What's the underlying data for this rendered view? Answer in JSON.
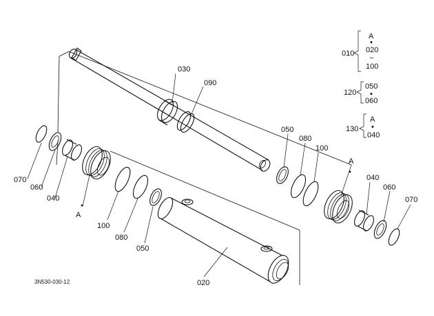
{
  "diagram_code": "3N530-030-12",
  "callouts": {
    "p030": "030",
    "p090": "090",
    "p050_right": "050",
    "p080_right": "080",
    "p100_right": "100",
    "a_right": "A",
    "p040_right": "040",
    "p060_right": "060",
    "p070_right": "070",
    "p070_left": "070",
    "p060_left": "060",
    "p040_left": "040",
    "a_left": "A",
    "p100_left": "100",
    "p080_left": "080",
    "p050_left": "050",
    "p020": "020"
  },
  "legend": {
    "group_010": {
      "label": "010",
      "top": "A",
      "mid": "020",
      "bottom": "100"
    },
    "group_120": {
      "label": "120",
      "top": "050",
      "bottom": "060"
    },
    "group_130": {
      "label": "130",
      "top": "A",
      "bottom": "040"
    }
  }
}
